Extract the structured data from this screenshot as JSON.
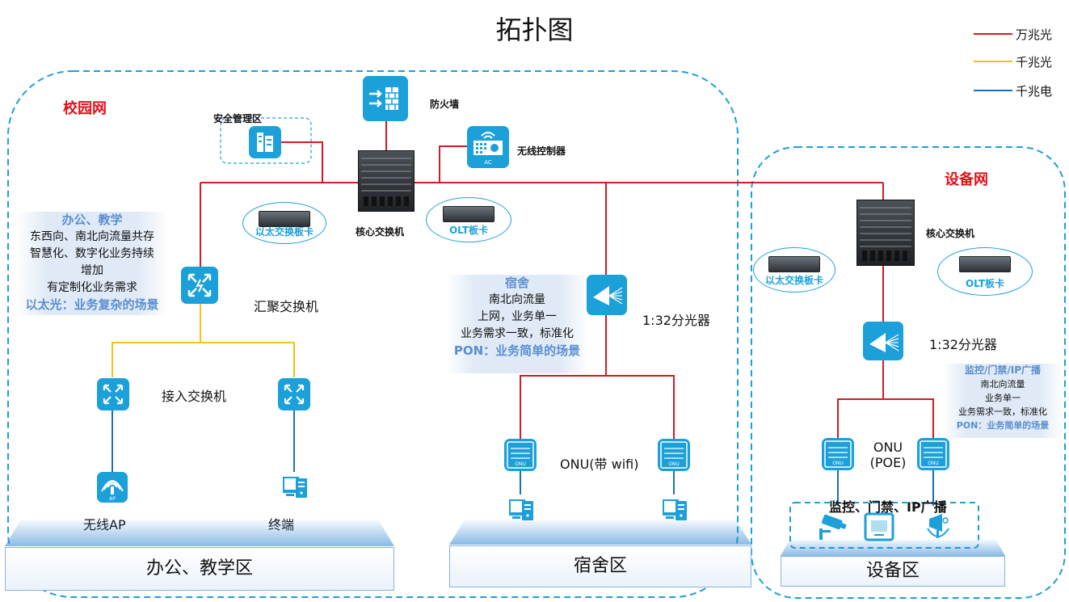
{
  "title": "拓扑图",
  "legend": [
    {
      "label": "万兆光",
      "color": "#d01c24"
    },
    {
      "label": "千兆光",
      "color": "#f3c11a"
    },
    {
      "label": "千兆电",
      "color": "#1a6fb5"
    }
  ],
  "zones": {
    "campus": "校园网",
    "equipment": "设备网"
  },
  "devices": {
    "firewall": "防火墙",
    "security_zone": "安全管理区",
    "wireless_controller": "无线控制器",
    "wireless_controller_badge": "AC",
    "core_switch": "核心交换机",
    "core_switch_2": "核心交换机",
    "aggregation_switch": "汇聚交换机",
    "access_switch": "接入交换机",
    "splitter": "1:32分光器",
    "splitter_2": "1:32分光器",
    "onu_wifi": "ONU(带 wifi)",
    "onu_poe": [
      "ONU",
      "(POE)"
    ],
    "onu_badge": "ONU",
    "ap": "无线AP",
    "ap_badge": "AP",
    "terminal": "终端",
    "monitor_group": "监控、门禁、IP广播"
  },
  "bubbles": {
    "ethernet_card": "以太交换板卡",
    "olt_card": "OLT板卡",
    "ethernet_card_2": "以太交换板卡",
    "olt_card_2": "OLT板卡"
  },
  "info": {
    "office": {
      "title": "办公、教学",
      "lines": [
        "东西向、南北向流量共存",
        "智慧化、数字化业务持续",
        "增加",
        "有定制化业务需求"
      ],
      "footer": "以太光：业务复杂的场景"
    },
    "dorm": {
      "title": "宿舍",
      "lines": [
        "南北向流量",
        "上网，业务单一",
        "业务需求一致，标准化"
      ],
      "footer": "PON：业务简单的场景"
    },
    "equipment": {
      "title": "监控/门禁/IP广播",
      "lines": [
        "南北向流量",
        "业务单一",
        "业务需求一致，标准化"
      ],
      "footer": "PON：业务简单的场景"
    }
  },
  "areas": {
    "office": "办公、教学区",
    "dorm": "宿舍区",
    "equipment": "设备区"
  }
}
